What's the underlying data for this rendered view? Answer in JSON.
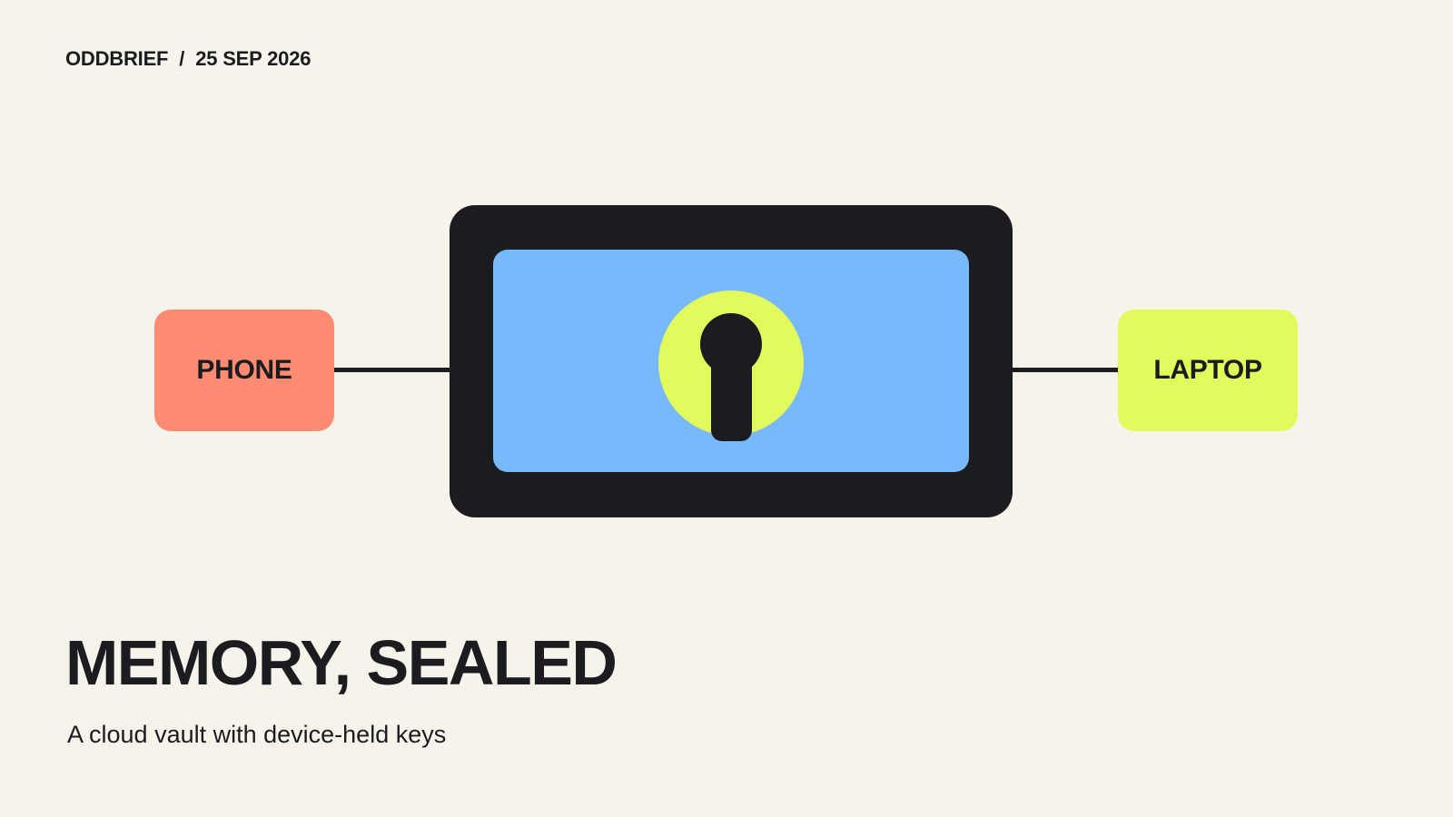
{
  "header": {
    "brand": "ODDBRIEF",
    "separator": "/",
    "date": "25 SEP 2026"
  },
  "diagram": {
    "left_node": {
      "label": "PHONE",
      "color": "#ff8b73"
    },
    "right_node": {
      "label": "LAPTOP",
      "color": "#e2fa5c"
    },
    "vault": {
      "frame_color": "#1b1c1f",
      "screen_color": "#78b9fb",
      "lock_color": "#e2fa5c",
      "icon": "keyhole-icon"
    }
  },
  "title": "MEMORY, SEALED",
  "subtitle": "A cloud vault with device-held keys"
}
